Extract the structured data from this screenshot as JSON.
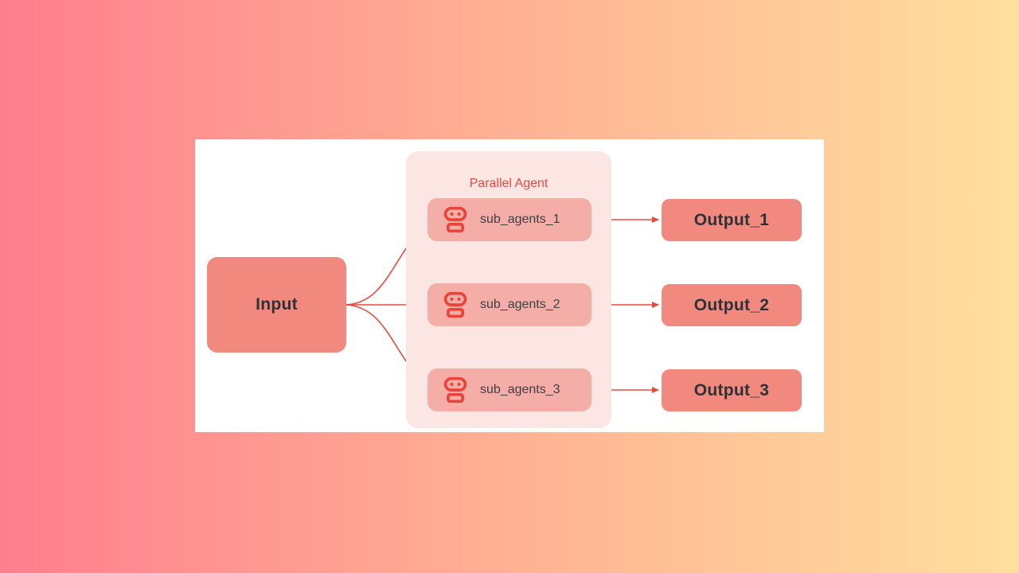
{
  "diagram": {
    "container_title": "Parallel Agent",
    "input": {
      "label": "Input"
    },
    "sub_agents": [
      {
        "label": "sub_agents_1"
      },
      {
        "label": "sub_agents_2"
      },
      {
        "label": "sub_agents_3"
      }
    ],
    "outputs": [
      {
        "label": "Output_1"
      },
      {
        "label": "Output_2"
      },
      {
        "label": "Output_3"
      }
    ],
    "colors": {
      "background_gradient_left": "#ff7e8e",
      "background_gradient_middle": "#ffab93",
      "background_gradient_right": "#ffdf9e",
      "card": "#ffffff",
      "primary_node": "#f1897e",
      "sub_agent_node": "#f5aea7",
      "parallel_container": "#fbe6e3",
      "accent_red": "#e94a3e",
      "node_text_dark": "#2e3136",
      "sub_agent_text": "#3c4043"
    }
  }
}
